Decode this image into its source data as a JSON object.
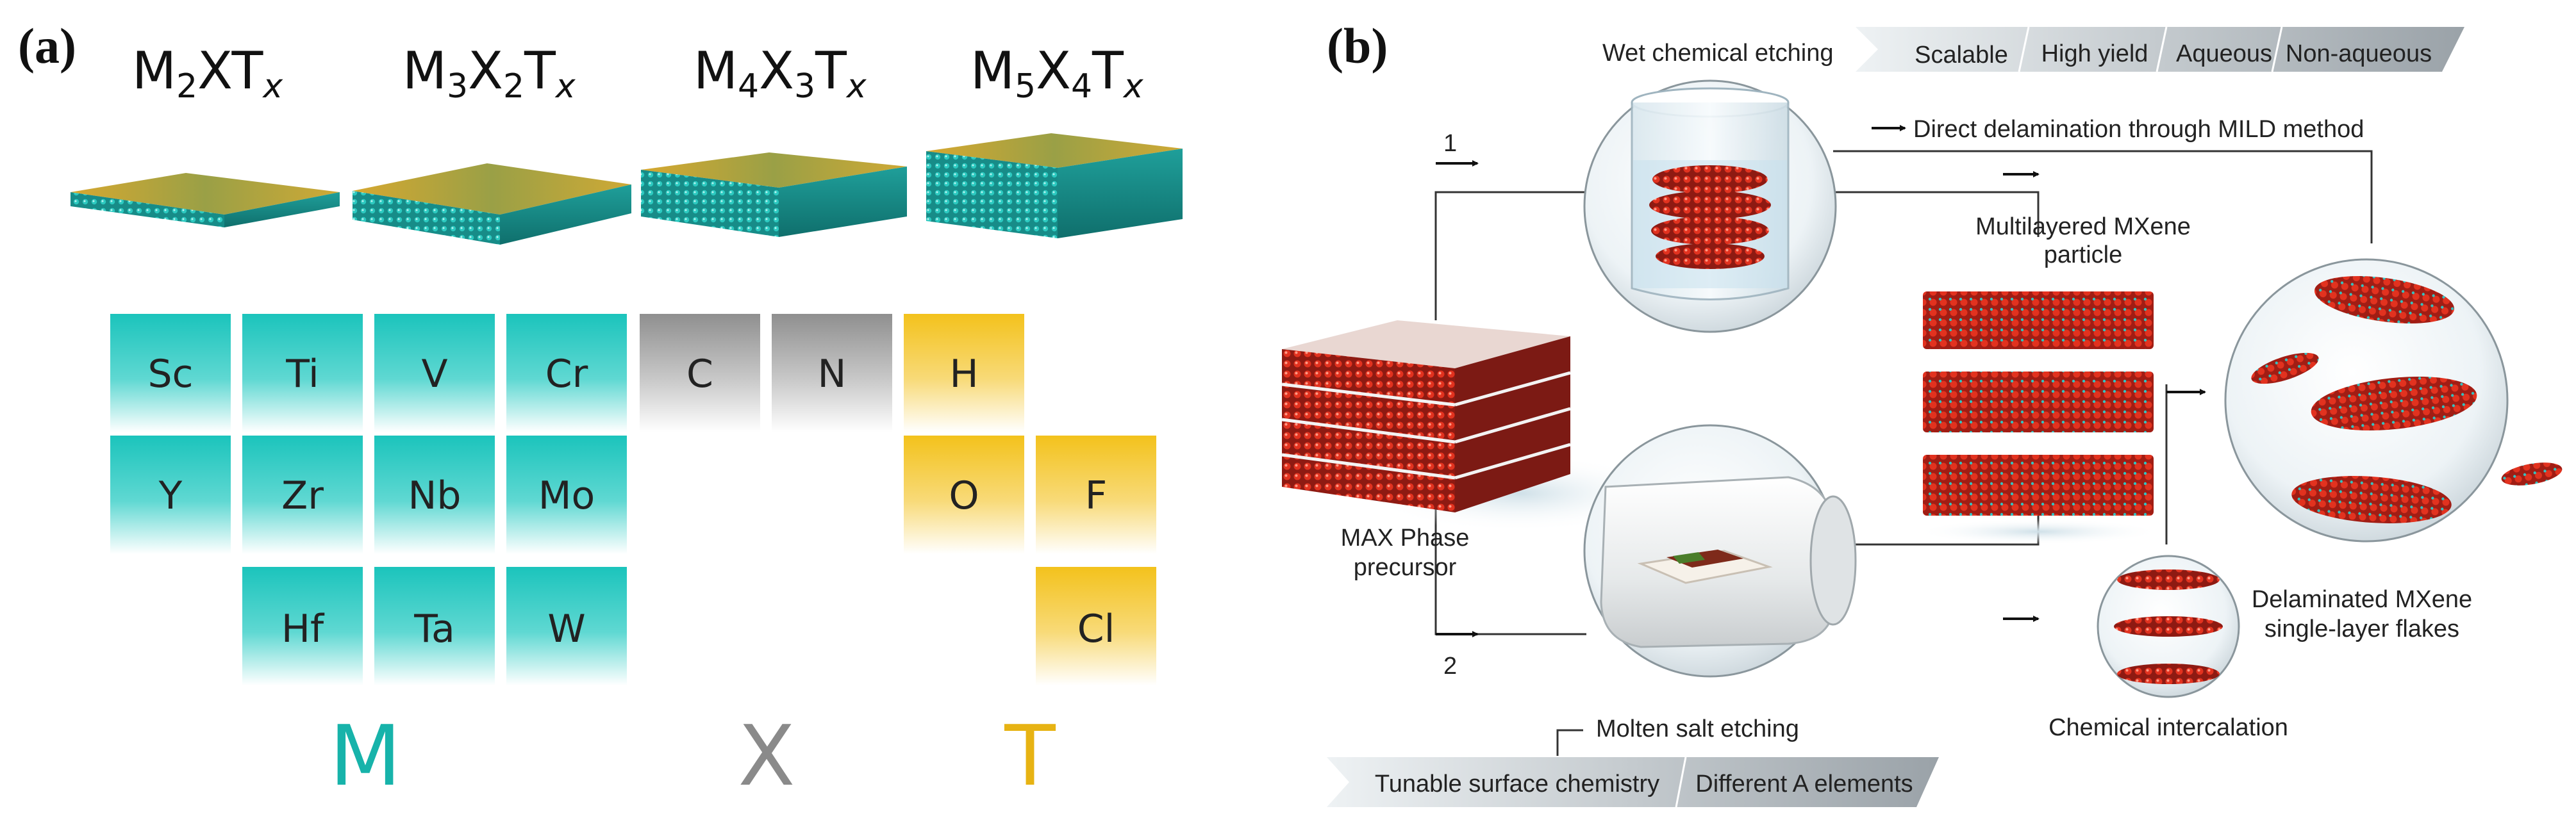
{
  "panel_a": {
    "label": "(a)",
    "formulas": [
      {
        "m": "M",
        "ms": "2",
        "x": "X",
        "xs": "",
        "t": "T",
        "ts": "x"
      },
      {
        "m": "M",
        "ms": "3",
        "x": "X",
        "xs": "2",
        "t": "T",
        "ts": "x"
      },
      {
        "m": "M",
        "ms": "4",
        "x": "X",
        "xs": "3",
        "t": "T",
        "ts": "x"
      },
      {
        "m": "M",
        "ms": "5",
        "x": "X",
        "xs": "4",
        "t": "T",
        "ts": "x"
      }
    ],
    "m_elements": [
      [
        "Sc",
        "Ti",
        "V",
        "Cr"
      ],
      [
        "Y",
        "Zr",
        "Nb",
        "Mo"
      ],
      [
        "",
        "Hf",
        "Ta",
        "W"
      ]
    ],
    "x_elements": [
      "C",
      "N"
    ],
    "t_elements": {
      "h": "H",
      "o": "O",
      "f": "F",
      "cl": "Cl"
    },
    "groups": {
      "m": "M",
      "x": "X",
      "t": "T"
    },
    "colors": {
      "m": "#1bc4bc",
      "x": "#9a9a9a",
      "t": "#f3c21c",
      "m_text": "#17b3aa",
      "x_text": "#8a8a8a",
      "t_text": "#e7b313"
    }
  },
  "panel_b": {
    "label": "(b)",
    "wet_etching": "Wet chemical etching",
    "wet_features": [
      "Scalable",
      "High yield",
      "Aqueous",
      "Non-aqueous"
    ],
    "route1": "1",
    "route2": "2",
    "direct_delamination": "Direct delamination through MILD method",
    "multilayer_l1": "Multilayered MXene",
    "multilayer_l2": "particle",
    "max_l1": "MAX Phase",
    "max_l2": "precursor",
    "delam_l1": "Delaminated MXene",
    "delam_l2": "single-layer flakes",
    "intercalation": "Chemical intercalation",
    "molten": "Molten salt etching",
    "molten_features": [
      "Tunable surface chemistry",
      "Different A elements"
    ]
  }
}
